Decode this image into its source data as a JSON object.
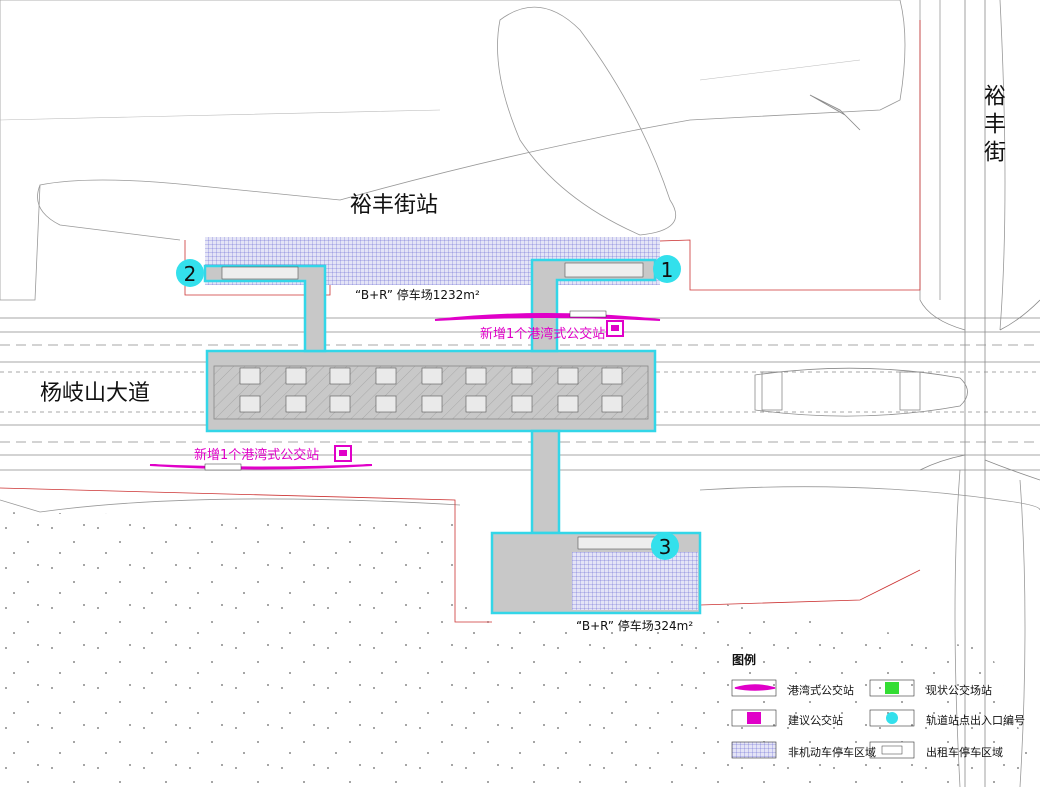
{
  "map": {
    "station_name": "裕丰街站",
    "road_main": "杨岐山大道",
    "road_cross": "裕丰街",
    "parking_north": "“B+R” 停车场1232m²",
    "parking_south": "“B+R” 停车场324m²",
    "bus_bay_north": "新增1个港湾式公交站",
    "bus_bay_south": "新增1个港湾式公交站",
    "entrances": [
      "1",
      "2",
      "3"
    ],
    "colors": {
      "station_outline": "#33d6e8",
      "bus_bay": "#e000c8",
      "bike_parking": "#4444cc",
      "existing_bus": "#33dd33",
      "road_line": "#8a8a8a",
      "boundary": "#cc3333"
    }
  },
  "legend": {
    "title": "图例",
    "items": [
      {
        "label": "港湾式公交站",
        "icon": "bus-bay-icon"
      },
      {
        "label": "现状公交场站",
        "icon": "existing-bus-station-icon"
      },
      {
        "label": "建议公交站",
        "icon": "proposed-bus-stop-icon"
      },
      {
        "label": "轨道站点出入口编号",
        "icon": "entrance-number-icon"
      },
      {
        "label": "非机动车停车区域",
        "icon": "bike-parking-icon"
      },
      {
        "label": "出租车停车区域",
        "icon": "taxi-parking-icon"
      }
    ]
  }
}
